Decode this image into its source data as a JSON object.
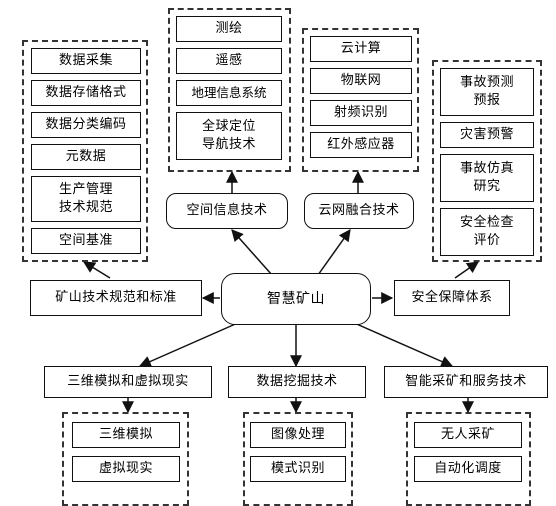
{
  "center": {
    "label": "智慧矿山"
  },
  "branches": {
    "spatial": "空间信息技术",
    "cloud": "云网融合技术",
    "standards": "矿山技术规范和标准",
    "safety": "安全保障体系",
    "virtual": "三维模拟和虚拟现实",
    "datamining": "数据挖掘技术",
    "intelligent": "智能采矿和服务技术"
  },
  "groups": {
    "standards": [
      "数据采集",
      "数据存储格式",
      "数据分类编码",
      "元数据",
      "生产管理\n技术规范",
      "空间基准"
    ],
    "spatial": [
      "测绘",
      "遥感",
      "地理信息系统",
      "全球定位\n导航技术"
    ],
    "cloud": [
      "云计算",
      "物联网",
      "射频识别",
      "红外感应器"
    ],
    "safety": [
      "事故预测\n预报",
      "灾害预警",
      "事故仿真\n研究",
      "安全检查\n评价"
    ],
    "virtual": [
      "三维模拟",
      "虚拟现实"
    ],
    "datamining": [
      "图像处理",
      "模式识别"
    ],
    "intelligent": [
      "无人采矿",
      "自动化调度"
    ]
  }
}
